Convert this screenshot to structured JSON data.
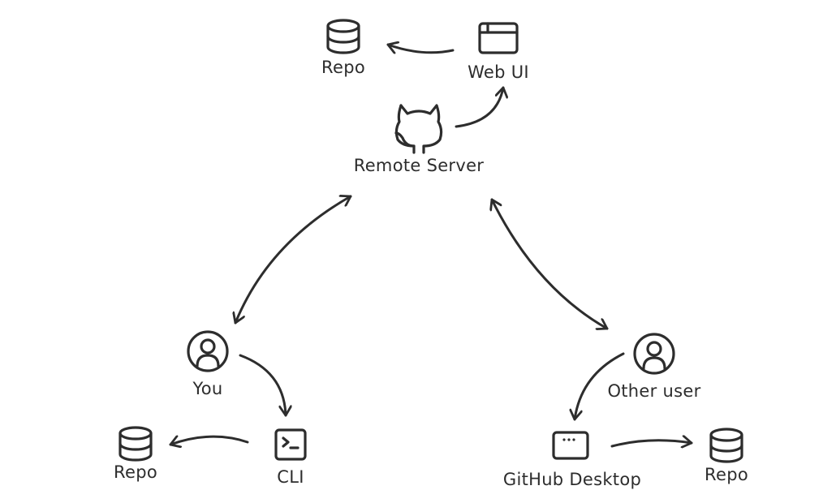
{
  "nodes": {
    "repo_top": {
      "label": "Repo",
      "icon": "database-icon"
    },
    "web_ui": {
      "label": "Web UI",
      "icon": "browser-window-icon"
    },
    "remote_server": {
      "label": "Remote Server",
      "icon": "github-octocat-icon"
    },
    "you": {
      "label": "You",
      "icon": "user-icon"
    },
    "other_user": {
      "label": "Other user",
      "icon": "user-icon"
    },
    "cli": {
      "label": "CLI",
      "icon": "terminal-icon"
    },
    "repo_left": {
      "label": "Repo",
      "icon": "database-icon"
    },
    "github_desktop": {
      "label": "GitHub Desktop",
      "icon": "app-window-icon"
    },
    "repo_right": {
      "label": "Repo",
      "icon": "database-icon"
    }
  },
  "edges": [
    {
      "from": "web_ui",
      "to": "repo_top",
      "direction": "one-way"
    },
    {
      "from": "remote_server",
      "to": "web_ui",
      "direction": "one-way"
    },
    {
      "from": "remote_server",
      "to": "you",
      "direction": "two-way"
    },
    {
      "from": "remote_server",
      "to": "other_user",
      "direction": "two-way"
    },
    {
      "from": "you",
      "to": "cli",
      "direction": "one-way"
    },
    {
      "from": "cli",
      "to": "repo_left",
      "direction": "one-way"
    },
    {
      "from": "other_user",
      "to": "github_desktop",
      "direction": "one-way"
    },
    {
      "from": "github_desktop",
      "to": "repo_right",
      "direction": "one-way"
    }
  ],
  "colors": {
    "ink": "#2d2d2d",
    "background": "#ffffff"
  }
}
